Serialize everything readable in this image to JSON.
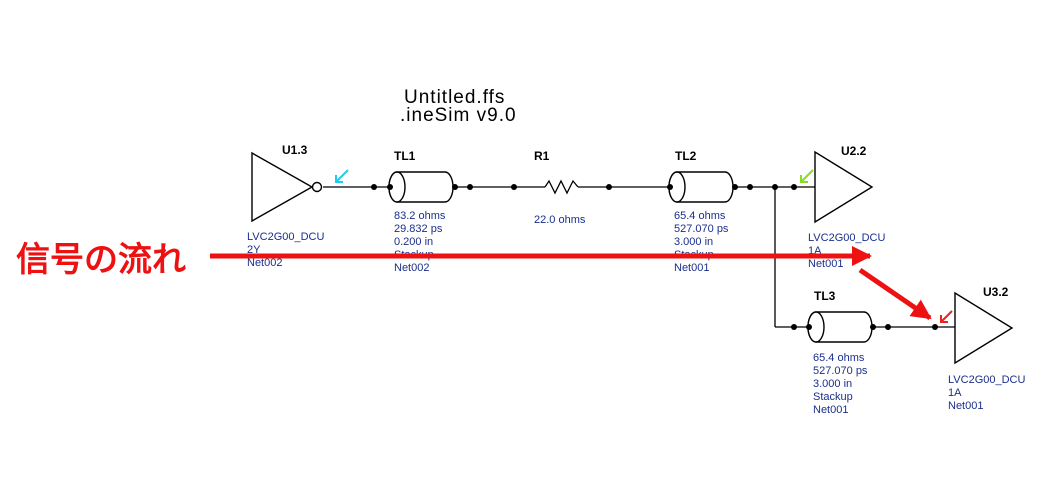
{
  "header": {
    "title": "Untitled.ffs",
    "subtitle": ".ineSim v9.0"
  },
  "flow_label": "信号の流れ",
  "colors": {
    "arrow": "#ee1111",
    "u1_marker": "#22ccee",
    "u2_marker": "#88dd22",
    "u3_marker": "#ee2222",
    "text_blue": "#1a2f8c"
  },
  "u1": {
    "ref": "U1.3",
    "model": "LVC2G00_DCU",
    "pin": "2Y",
    "net": "Net002",
    "icon": "buffer-output-inverter-icon"
  },
  "tl1": {
    "ref": "TL1",
    "impedance": "83.2 ohms",
    "delay": "29.832 ps",
    "length": "0.200 in",
    "type": "Stackup",
    "net": "Net002"
  },
  "r1": {
    "ref": "R1",
    "value": "22.0 ohms"
  },
  "tl2": {
    "ref": "TL2",
    "impedance": "65.4 ohms",
    "delay": "527.070 ps",
    "length": "3.000 in",
    "type": "Stackup",
    "net": "Net001"
  },
  "u2": {
    "ref": "U2.2",
    "model": "LVC2G00_DCU",
    "pin": "1A",
    "net": "Net001",
    "icon": "buffer-input-icon"
  },
  "tl3": {
    "ref": "TL3",
    "impedance": "65.4 ohms",
    "delay": "527.070 ps",
    "length": "3.000 in",
    "type": "Stackup",
    "net": "Net001"
  },
  "u3": {
    "ref": "U3.2",
    "model": "LVC2G00_DCU",
    "pin": "1A",
    "net": "Net001",
    "icon": "buffer-input-icon"
  }
}
